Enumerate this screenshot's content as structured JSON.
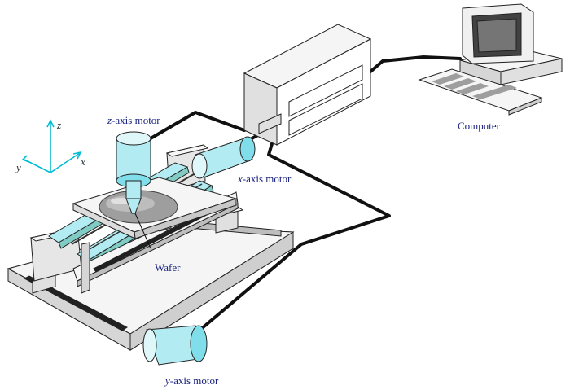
{
  "labels": {
    "z_motor_axis": "z",
    "z_motor_rest": "-axis motor",
    "x_motor_axis": "x",
    "x_motor_rest": "-axis motor",
    "y_motor_axis": "y",
    "y_motor_rest": "-axis motor",
    "wafer": "Wafer",
    "computer": "Computer"
  },
  "axes": {
    "z": "z",
    "x": "x",
    "y": "y"
  },
  "colors": {
    "cyan": "#b2ebf2",
    "cyan_dark": "#80cbc4",
    "gray_light": "#eeeeee",
    "gray_mid": "#bdbdbd",
    "gray_dark": "#9e9e9e",
    "cable": "#111111",
    "axis_color": "#00bcd4"
  }
}
